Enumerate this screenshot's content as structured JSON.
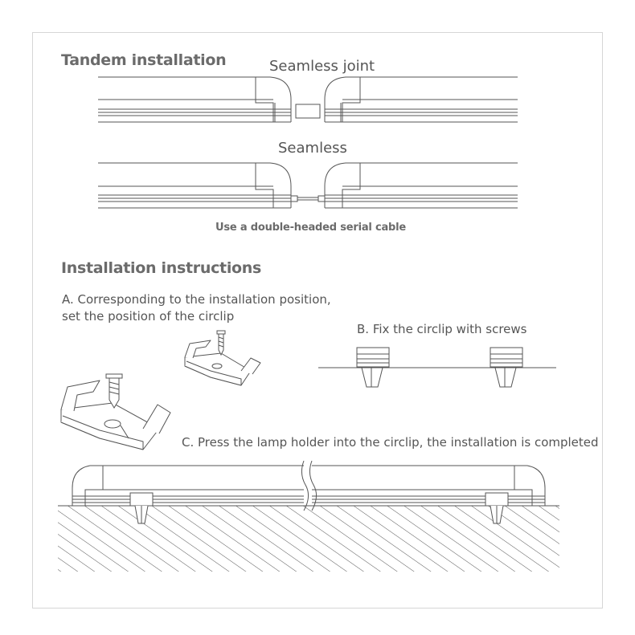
{
  "sections": {
    "tandem": {
      "title": "Tandem installation",
      "joint_label": "Seamless joint",
      "seamless_label": "Seamless",
      "caption": "Use a double-headed serial cable"
    },
    "instructions": {
      "title": "Installation instructions",
      "step_a_line1": "A. Corresponding to the installation position,",
      "step_a_line2": "set the position of the circlip",
      "step_b": "B. Fix the circlip with screws",
      "step_c": "C. Press the lamp holder into the circlip, the installation is completed"
    }
  },
  "colors": {
    "line": "#555555",
    "heading": "#6b6b6b",
    "frame": "#d6d6d6"
  }
}
